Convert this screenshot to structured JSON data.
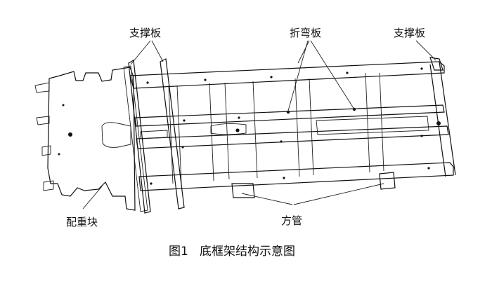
{
  "labels": {
    "support_plate_left": "支撑板",
    "bent_plate": "折弯板",
    "support_plate_right": "支撑板",
    "counterweight": "配重块",
    "square_tube": "方管"
  },
  "caption": "图1   底框架结构示意图"
}
